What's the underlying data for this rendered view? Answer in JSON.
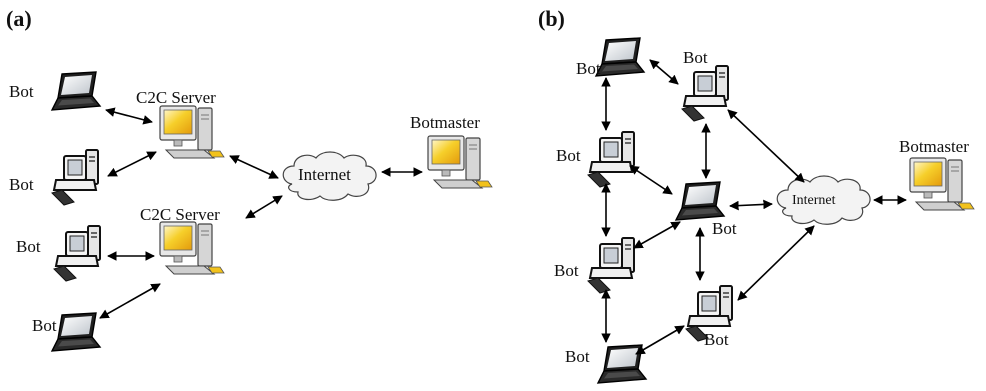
{
  "panel_a": {
    "tag": "(a)",
    "bot1": "Bot",
    "bot2": "Bot",
    "bot3": "Bot",
    "bot4": "Bot",
    "server1": "C2C Server",
    "server2": "C2C Server",
    "internet": "Internet",
    "botmaster": "Botmaster"
  },
  "panel_b": {
    "tag": "(b)",
    "bot_tl": "Bot",
    "bot_top": "Bot",
    "bot_ml": "Bot",
    "bot_center": "Bot",
    "bot_ll": "Bot",
    "bot_lr": "Bot",
    "bot_bottom": "Bot",
    "internet": "Internet",
    "botmaster": "Botmaster"
  },
  "colors": {
    "screen": "#f3c21c",
    "case": "#d9d9d9",
    "outline": "#333333",
    "laptop": "#222222",
    "cloud": "#f2f2f2"
  }
}
